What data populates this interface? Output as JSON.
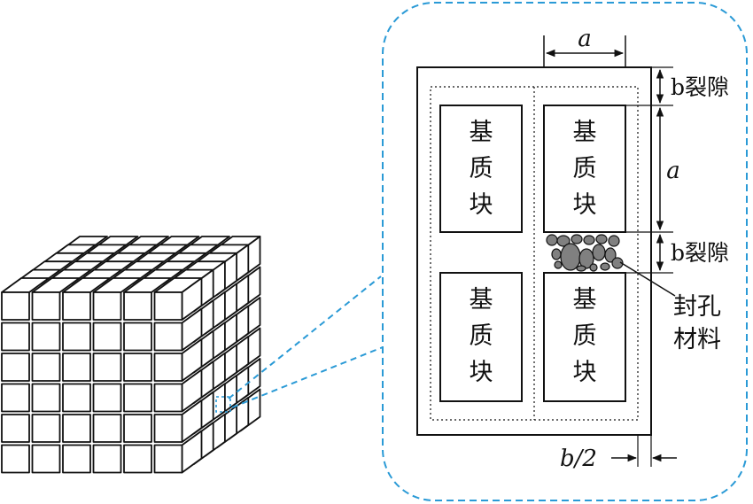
{
  "colors": {
    "stroke": "#111111",
    "callout": "#2a9ad6",
    "pore": "#808080",
    "background": "#ffffff"
  },
  "detail": {
    "dim_a": "a",
    "dim_b_half": "b/2",
    "crack_label": "b裂隙",
    "block_label_lines": [
      "基",
      "质",
      "块"
    ],
    "sealing_label_lines": [
      "封孔",
      "材料"
    ]
  },
  "cube": {
    "grid_count": 6
  }
}
